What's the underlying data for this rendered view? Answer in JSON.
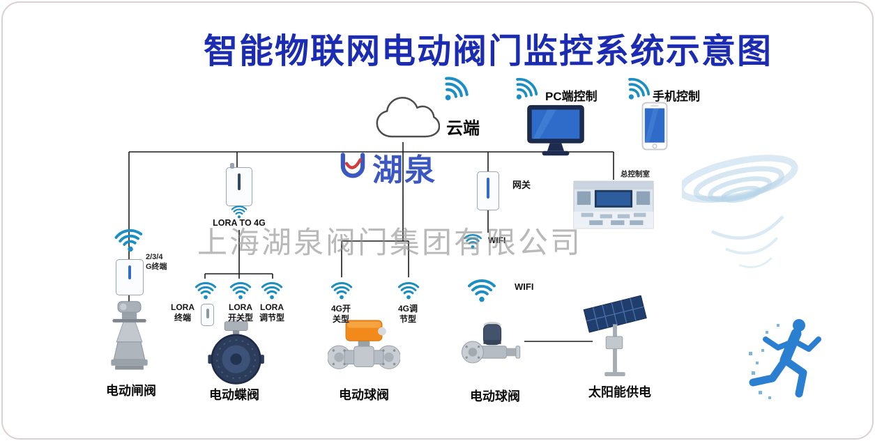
{
  "title": "智能物联网电动阀门监控系统示意图",
  "watermark": {
    "logo_text": "湖泉",
    "company": "上海湖泉阀门集团有限公司"
  },
  "cloud_label": "云端",
  "pc_label": "PC端控制",
  "phone_label": "手机控制",
  "network": {
    "terminal_234g": "2/3/4\nG终端",
    "lora_to_4g": "LORA TO 4G",
    "gateway": "网关",
    "control_room": "总控制室",
    "wifi_mid": "WIFI",
    "wifi_low": "WIFI"
  },
  "field_devices": {
    "lora_terminal": "LORA\n终端",
    "lora_switch": "LORA\n开关型",
    "lora_regulator": "LORA\n调节型",
    "g4_switch": "4G开\n关型",
    "g4_regulator": "4G调\n节型"
  },
  "equipment": {
    "gate_valve": "电动闸阀",
    "butterfly_valve": "电动蝶阀",
    "ball_valve_1": "电动球阀",
    "ball_valve_2": "电动球阀",
    "solar_power": "太阳能供电"
  },
  "colors": {
    "title_blue": "#1b2cb3",
    "wifi_blue": "#1b8ec4",
    "watermark_blue": "#2b49bd",
    "accent_orange": "#f18a1b"
  }
}
